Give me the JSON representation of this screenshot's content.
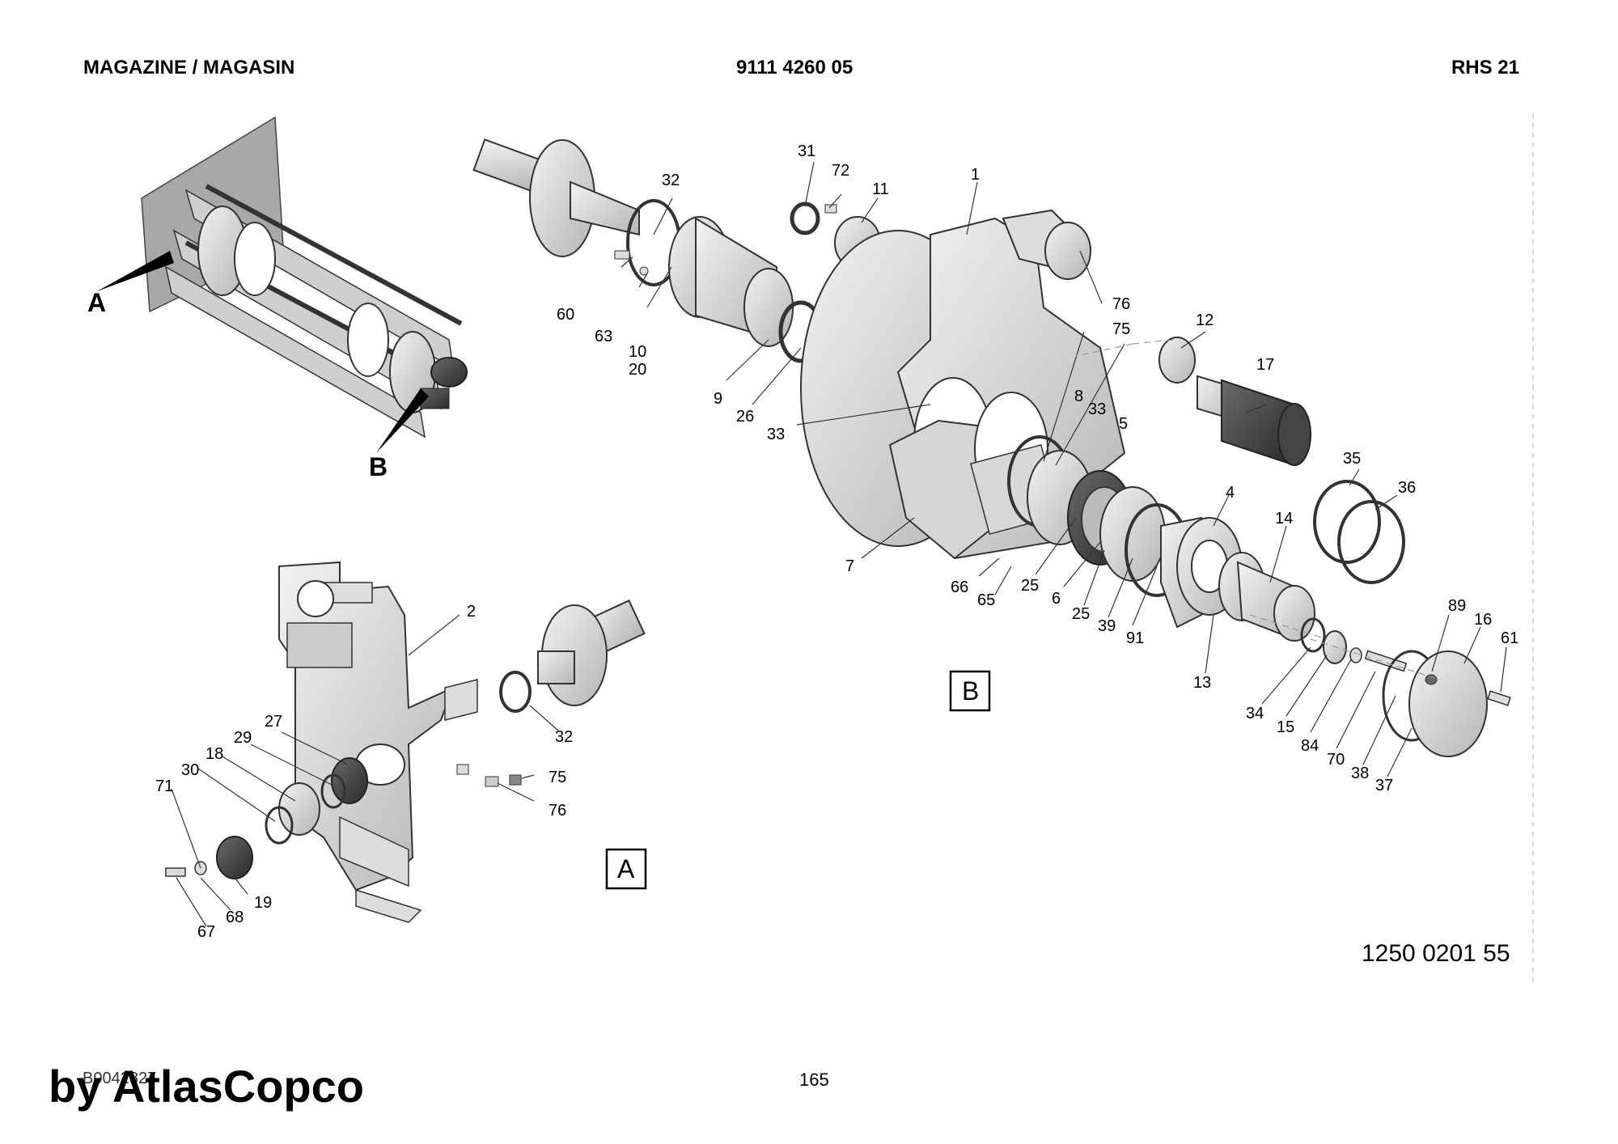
{
  "header": {
    "left": "MAGAZINE / MAGASIN",
    "center": "9111 4260 05",
    "right": "RHS 21"
  },
  "callouts": {
    "overview_a": "A",
    "overview_b": "B",
    "frame_a": "A",
    "frame_b": "B"
  },
  "parts": {
    "p1": "1",
    "p2": "2",
    "p4": "4",
    "p5": "5",
    "p6": "6",
    "p7": "7",
    "p8": "8",
    "p9": "9",
    "p10": "10",
    "p11": "11",
    "p12": "12",
    "p13": "13",
    "p14": "14",
    "p15": "15",
    "p16": "16",
    "p17": "17",
    "p18": "18",
    "p19": "19",
    "p20": "20",
    "p25a": "25",
    "p25b": "25",
    "p26": "26",
    "p27": "27",
    "p29": "29",
    "p30": "30",
    "p31": "31",
    "p32a": "32",
    "p32b": "32",
    "p33a": "33",
    "p33b": "33",
    "p34": "34",
    "p35": "35",
    "p36": "36",
    "p37": "37",
    "p38": "38",
    "p39": "39",
    "p60": "60",
    "p61": "61",
    "p63": "63",
    "p65": "65",
    "p66": "66",
    "p67": "67",
    "p68": "68",
    "p70": "70",
    "p71": "71",
    "p72": "72",
    "p75a": "75",
    "p75b": "75",
    "p76a": "76",
    "p76b": "76",
    "p84": "84",
    "p89": "89",
    "p91": "91"
  },
  "footer": {
    "drawing_number": "1250 0201 55",
    "doc_code": "B0042827",
    "page_number": "165"
  },
  "watermark": "by AtlasCopco"
}
